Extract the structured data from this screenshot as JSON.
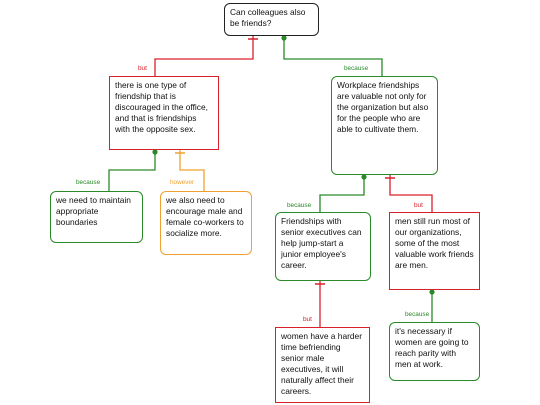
{
  "nodes": {
    "root": "Can colleagues also be friends?",
    "opposite_sex": "there is one type of friendship that is discouraged in the office, and that is friendships with the opposite sex.",
    "valuable": "Workplace friendships are valuable not only for the organization but also for the people who are able to cultivate them.",
    "boundaries": "we need to maintain appropriate boundaries",
    "encourage": "we also need to encourage male and female co-workers to socialize more.",
    "senior_execs": "Friendships with senior executives can help jump-start a junior employee's career.",
    "men_run": "men still run most of our organizations, some of the most valuable work friends are men.",
    "women_harder": "women have a harder time befriending senior male executives, it will naturally affect their careers.",
    "parity": "it's necessary if women are going to reach parity with men at work."
  },
  "labels": {
    "but_1": "but",
    "because_1": "because",
    "because_2": "because",
    "however": "however",
    "because_3": "because",
    "but_2": "but",
    "but_3": "but",
    "because_4": "because"
  },
  "colors": {
    "support": "#2a8a2a",
    "oppose": "#d8202a",
    "rebuttal": "#f0a030"
  }
}
